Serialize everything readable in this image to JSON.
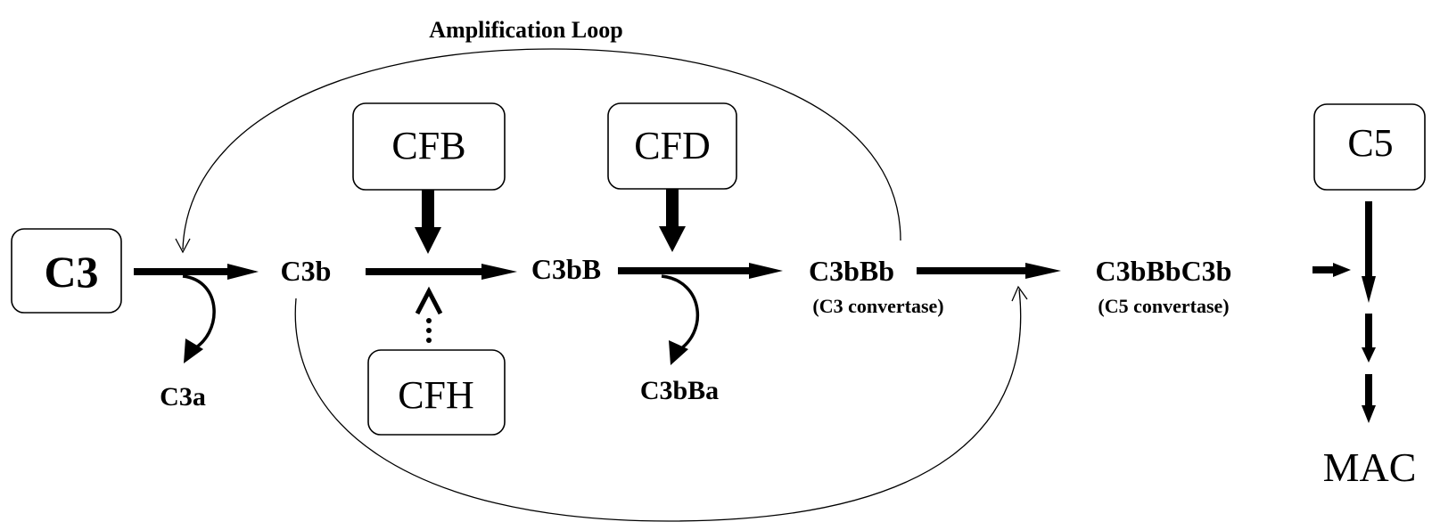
{
  "title": "Amplification Loop",
  "nodes": {
    "c3": "C3",
    "cfb": "CFB",
    "cfd": "CFD",
    "cfh": "CFH",
    "c5": "C5",
    "c3b": "C3b",
    "c3a": "C3a",
    "c3bB": "C3bB",
    "c3bBa": "C3bBa",
    "c3bBb": "C3bBb",
    "c3bBb_note": "(C3 convertase)",
    "c3bBbC3b": "C3bBbC3b",
    "c3bBbC3b_note": "(C5 convertase)",
    "mac": "MAC"
  },
  "edges": [
    {
      "from": "C3",
      "to": "C3b",
      "type": "solid",
      "byproduct": "C3a"
    },
    {
      "from": "C3b",
      "to": "C3bB",
      "type": "solid",
      "enhancer": "CFB",
      "inhibitor": "CFH"
    },
    {
      "from": "C3bB",
      "to": "C3bBb",
      "type": "solid",
      "enhancer": "CFD",
      "byproduct": "C3bBa"
    },
    {
      "from": "C3bBb",
      "to": "C3bBbC3b",
      "type": "solid"
    },
    {
      "from": "C3bBbC3b",
      "to": "C5 pathway",
      "type": "solid"
    },
    {
      "from": "C5",
      "to": "MAC",
      "type": "cascade"
    },
    {
      "from": "C3bBb",
      "to": "C3 cleavage",
      "type": "loop",
      "label": "Amplification Loop"
    },
    {
      "from": "C3b",
      "to": "C3bBbC3b formation",
      "type": "loop"
    }
  ]
}
